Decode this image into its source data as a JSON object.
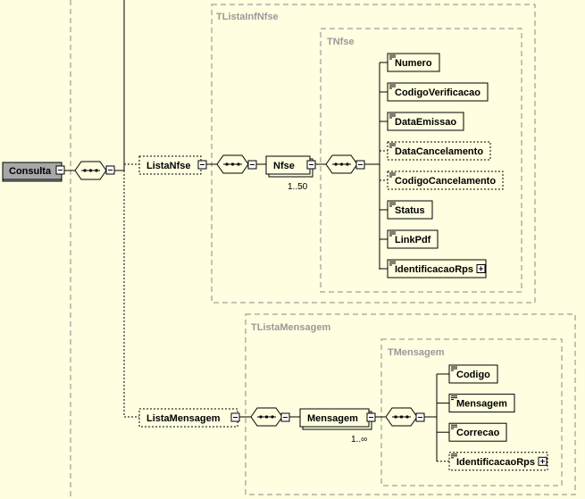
{
  "root": {
    "label": "Consulta"
  },
  "groups": {
    "lista_inf_nfse": "TListaInfNfse",
    "nfse_type": "TNfse",
    "lista_mensagem": "TListaMensagem",
    "mensagem_type": "TMensagem"
  },
  "lista_nfse": {
    "label": "ListaNfse"
  },
  "nfse": {
    "label": "Nfse",
    "occurrence": "1..50"
  },
  "nfse_children": [
    {
      "label": "Numero",
      "optional": false,
      "expandable": false
    },
    {
      "label": "CodigoVerificacao",
      "optional": false,
      "expandable": false
    },
    {
      "label": "DataEmissao",
      "optional": false,
      "expandable": false
    },
    {
      "label": "DataCancelamento",
      "optional": true,
      "expandable": false
    },
    {
      "label": "CodigoCancelamento",
      "optional": true,
      "expandable": false
    },
    {
      "label": "Status",
      "optional": false,
      "expandable": false
    },
    {
      "label": "LinkPdf",
      "optional": false,
      "expandable": false
    },
    {
      "label": "IdentificacaoRps",
      "optional": false,
      "expandable": true
    }
  ],
  "lista_mensagem": {
    "label": "ListaMensagem"
  },
  "mensagem": {
    "label": "Mensagem",
    "occurrence": "1..∞"
  },
  "mensagem_children": [
    {
      "label": "Codigo",
      "optional": false,
      "expandable": false
    },
    {
      "label": "Mensagem",
      "optional": false,
      "expandable": false
    },
    {
      "label": "Correcao",
      "optional": false,
      "expandable": false
    },
    {
      "label": "IdentificacaoRps",
      "optional": true,
      "expandable": true
    }
  ]
}
